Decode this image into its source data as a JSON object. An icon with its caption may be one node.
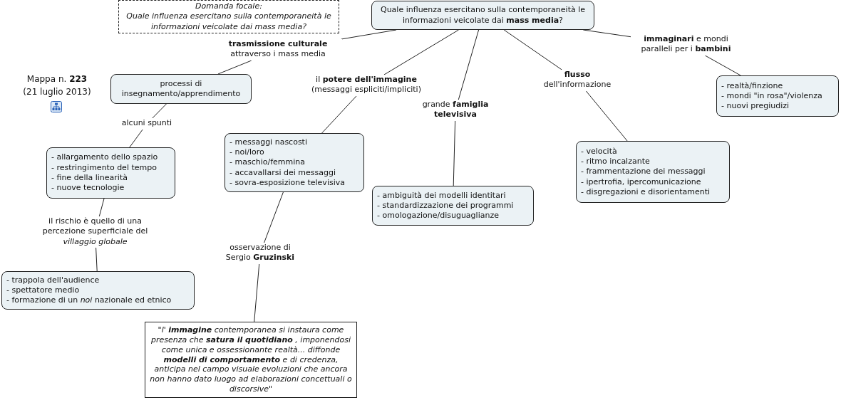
{
  "diagram": {
    "nodes": [
      {
        "text": [
          "Domanda focale:",
          "Quale influenza esercitano sulla contemporaneità le informazioni veicolate dai mass media?"
        ]
      },
      {
        "text": [
          "Quale influenza esercitano sulla contemporaneità le informazioni veicolate dai **mass media**?"
        ]
      },
      {
        "text": [
          "**trasmissione culturale** attraverso i mass media"
        ]
      },
      {
        "text": [
          "il **potere dell'immagine** (messaggi espliciti/impliciti)"
        ]
      },
      {
        "text": [
          "grande **famiglia televisiva**"
        ]
      },
      {
        "text": [
          "**flusso** dell'informazione"
        ]
      },
      {
        "text": [
          "**immaginari** e mondi paralleli per i **bambini**"
        ]
      },
      {
        "text": [
          "processi di insegnamento/apprendimento"
        ]
      },
      {
        "text": [
          "alcuni spunti"
        ]
      },
      {
        "text": [
          "- allargamento dello spazio",
          "- restringimento del tempo",
          "- fine della linearità",
          "- nuove tecnologie"
        ]
      },
      {
        "text": [
          "il rischio è quello di una percezione superficiale del *villaggio globale*"
        ]
      },
      {
        "text": [
          "- trappola dell'audience",
          "- spettatore medio",
          "- formazione di un *noi* nazionale ed etnico"
        ]
      },
      {
        "text": [
          "- messaggi nascosti",
          "- noi/loro",
          "- maschio/femmina",
          "- accavallarsi dei messaggi",
          "- sovra-esposizione televisiva"
        ]
      },
      {
        "text": [
          "osservazione di Sergio **Gruzinski**"
        ]
      },
      {
        "text": [
          "\"l' **immagine** contemporanea si instaura come presenza che **satura il quotidiano** , imponendosi come unica e ossessionante realtà... diffonde **modelli di comportamento** e di credenza, anticipa nel campo visuale evoluzioni che ancora non hanno dato luogo ad elaborazioni concettuali o discorsive\""
        ]
      },
      {
        "text": [
          "- ambiguità dei modelli identitari",
          "- standardizzazione dei programmi",
          "- omologazione/disuguaglianze"
        ]
      },
      {
        "text": [
          "- velocità",
          "- ritmo incalzante",
          "- frammentazione dei messaggi",
          "- ipertrofia, ipercomunicazione",
          "- disgregazioni e disorientamenti"
        ]
      },
      {
        "text": [
          "- realtà/finzione",
          "- mondi \"in rosa\"/violenza",
          "- nuovi pregiudizi"
        ]
      }
    ],
    "edges": [
      {
        "from": 1,
        "to": 2,
        "arrow": "none"
      },
      {
        "from": 2,
        "to": 7,
        "arrow": "none"
      },
      {
        "from": 7,
        "to": 8,
        "arrow": "none"
      },
      {
        "from": 8,
        "to": 9,
        "arrow": "none"
      },
      {
        "from": 9,
        "to": 10,
        "arrow": "none"
      },
      {
        "from": 10,
        "to": 11,
        "arrow": "none"
      },
      {
        "from": 1,
        "to": 3,
        "arrow": "none"
      },
      {
        "from": 3,
        "to": 12,
        "arrow": "none"
      },
      {
        "from": 12,
        "to": 13,
        "arrow": "none"
      },
      {
        "from": 13,
        "to": 14,
        "arrow": "none"
      },
      {
        "from": 1,
        "to": 4,
        "arrow": "none"
      },
      {
        "from": 4,
        "to": 15,
        "arrow": "none"
      },
      {
        "from": 1,
        "to": 5,
        "arrow": "none"
      },
      {
        "from": 5,
        "to": 16,
        "arrow": "none"
      },
      {
        "from": 1,
        "to": 6,
        "arrow": "none"
      },
      {
        "from": 6,
        "to": 17,
        "arrow": "none"
      }
    ],
    "labels": [
      "Mappa n. **223**",
      "(21 luglio 2013)"
    ]
  }
}
